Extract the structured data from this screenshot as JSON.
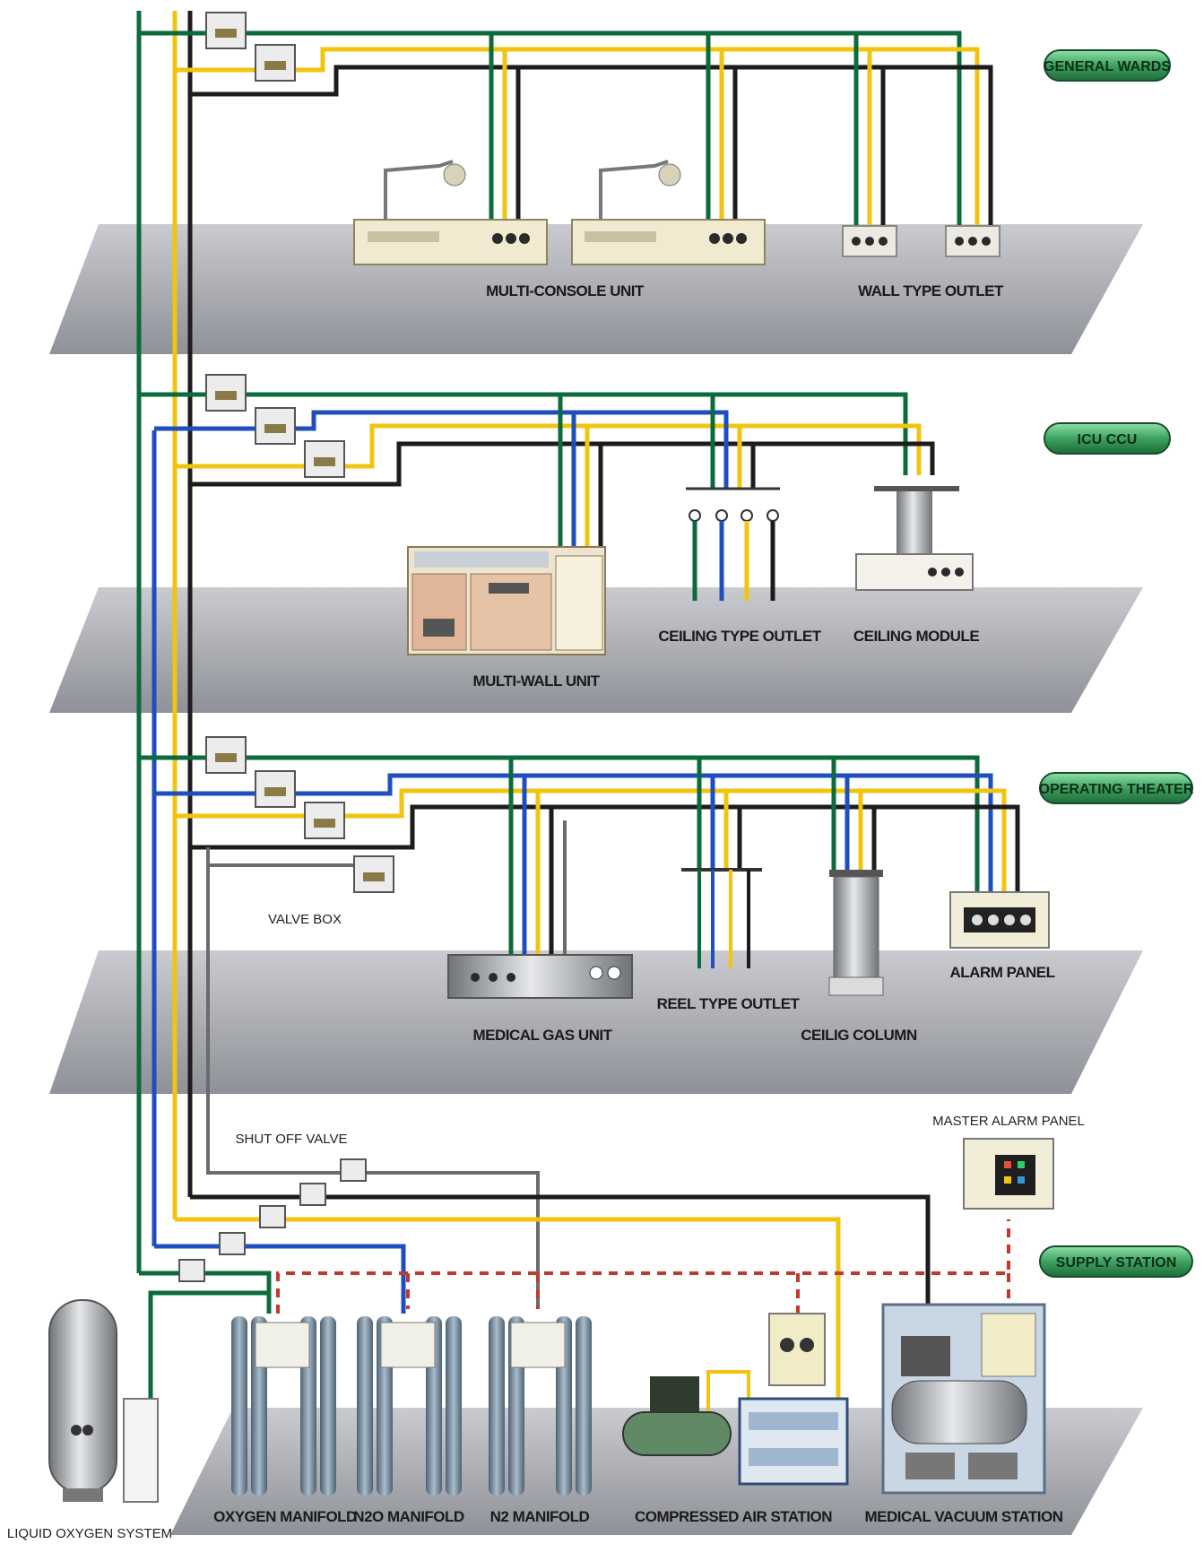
{
  "floors": {
    "general_wards": {
      "badge": "GENERAL WARDS",
      "labels": {
        "multi_console": "MULTI-CONSOLE UNIT",
        "wall_outlet": "WALL TYPE OUTLET"
      }
    },
    "icu_ccu": {
      "badge": "ICU CCU",
      "labels": {
        "multi_wall": "MULTI-WALL UNIT",
        "ceiling_outlet": "CEILING TYPE OUTLET",
        "ceiling_module": "CEILING MODULE"
      }
    },
    "operating_theater": {
      "badge": "OPERATING THEATER",
      "labels": {
        "valve_box": "VALVE BOX",
        "medical_gas_unit": "MEDICAL GAS UNIT",
        "reel_outlet": "REEL TYPE OUTLET",
        "ceiling_column": "CEILIG COLUMN",
        "alarm_panel": "ALARM PANEL"
      }
    },
    "supply_station": {
      "badge": "SUPPLY STATION",
      "labels": {
        "shut_off_valve": "SHUT OFF VALVE",
        "master_alarm": "MASTER ALARM PANEL",
        "oxygen_manifold": "OXYGEN MANIFOLD",
        "n2o_manifold": "N2O MANIFOLD",
        "n2_manifold": "N2 MANIFOLD",
        "compressed_air": "COMPRESSED AIR STATION",
        "medical_vacuum": "MEDICAL VACUUM STATION",
        "liquid_oxygen": "LIQUID OXYGEN SYSTEM"
      }
    }
  },
  "colors": {
    "oxygen": "#0b6b3a",
    "air": "#f1c40f",
    "vacuum": "#1c1c1c",
    "n2o": "#1f4fbf",
    "n2": "#6b6b6b",
    "alarm_wire": "#c0392b",
    "floor": "#a9abb2",
    "pill": "#2f8a4e"
  }
}
